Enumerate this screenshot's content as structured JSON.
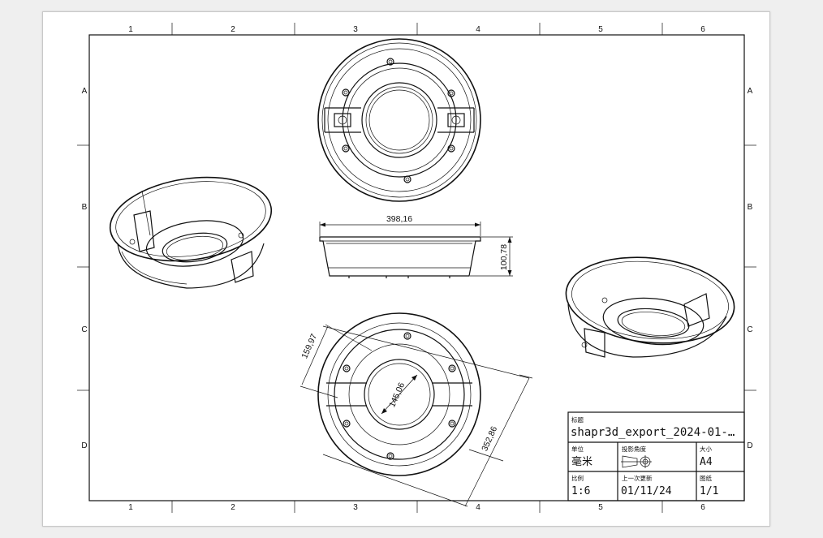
{
  "zones": {
    "columns": [
      "1",
      "2",
      "3",
      "4",
      "5",
      "6"
    ],
    "rows": [
      "A",
      "B",
      "C",
      "D"
    ]
  },
  "dimensions": {
    "width": "398,16",
    "height": "100,78",
    "span": "159,97",
    "inner_diameter": "145,06",
    "outer_diameter": "352,86"
  },
  "title_block": {
    "title_label": "标题",
    "title_value": "shapr3d_export_2024-01-…",
    "units_label": "单位",
    "units_value": "毫米",
    "projection_label": "投影角度",
    "size_label": "大小",
    "size_value": "A4",
    "scale_label": "比例",
    "scale_value": "1:6",
    "updated_label": "上一次更新",
    "updated_value": "01/11/24",
    "sheet_label": "图纸",
    "sheet_value": "1/1"
  }
}
